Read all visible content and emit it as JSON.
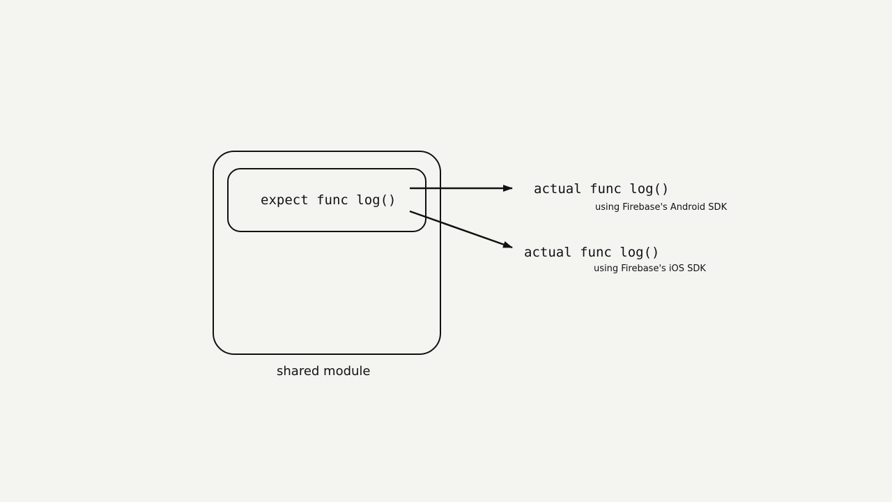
{
  "diagram": {
    "module_label": "shared module",
    "expect_label": "expect func log()",
    "targets": [
      {
        "code": "actual func log()",
        "note": "using Firebase's Android SDK"
      },
      {
        "code": "actual func log()",
        "note": "using Firebase's iOS SDK"
      }
    ]
  },
  "colors": {
    "background": "#f4f4f0",
    "stroke": "#111111"
  }
}
